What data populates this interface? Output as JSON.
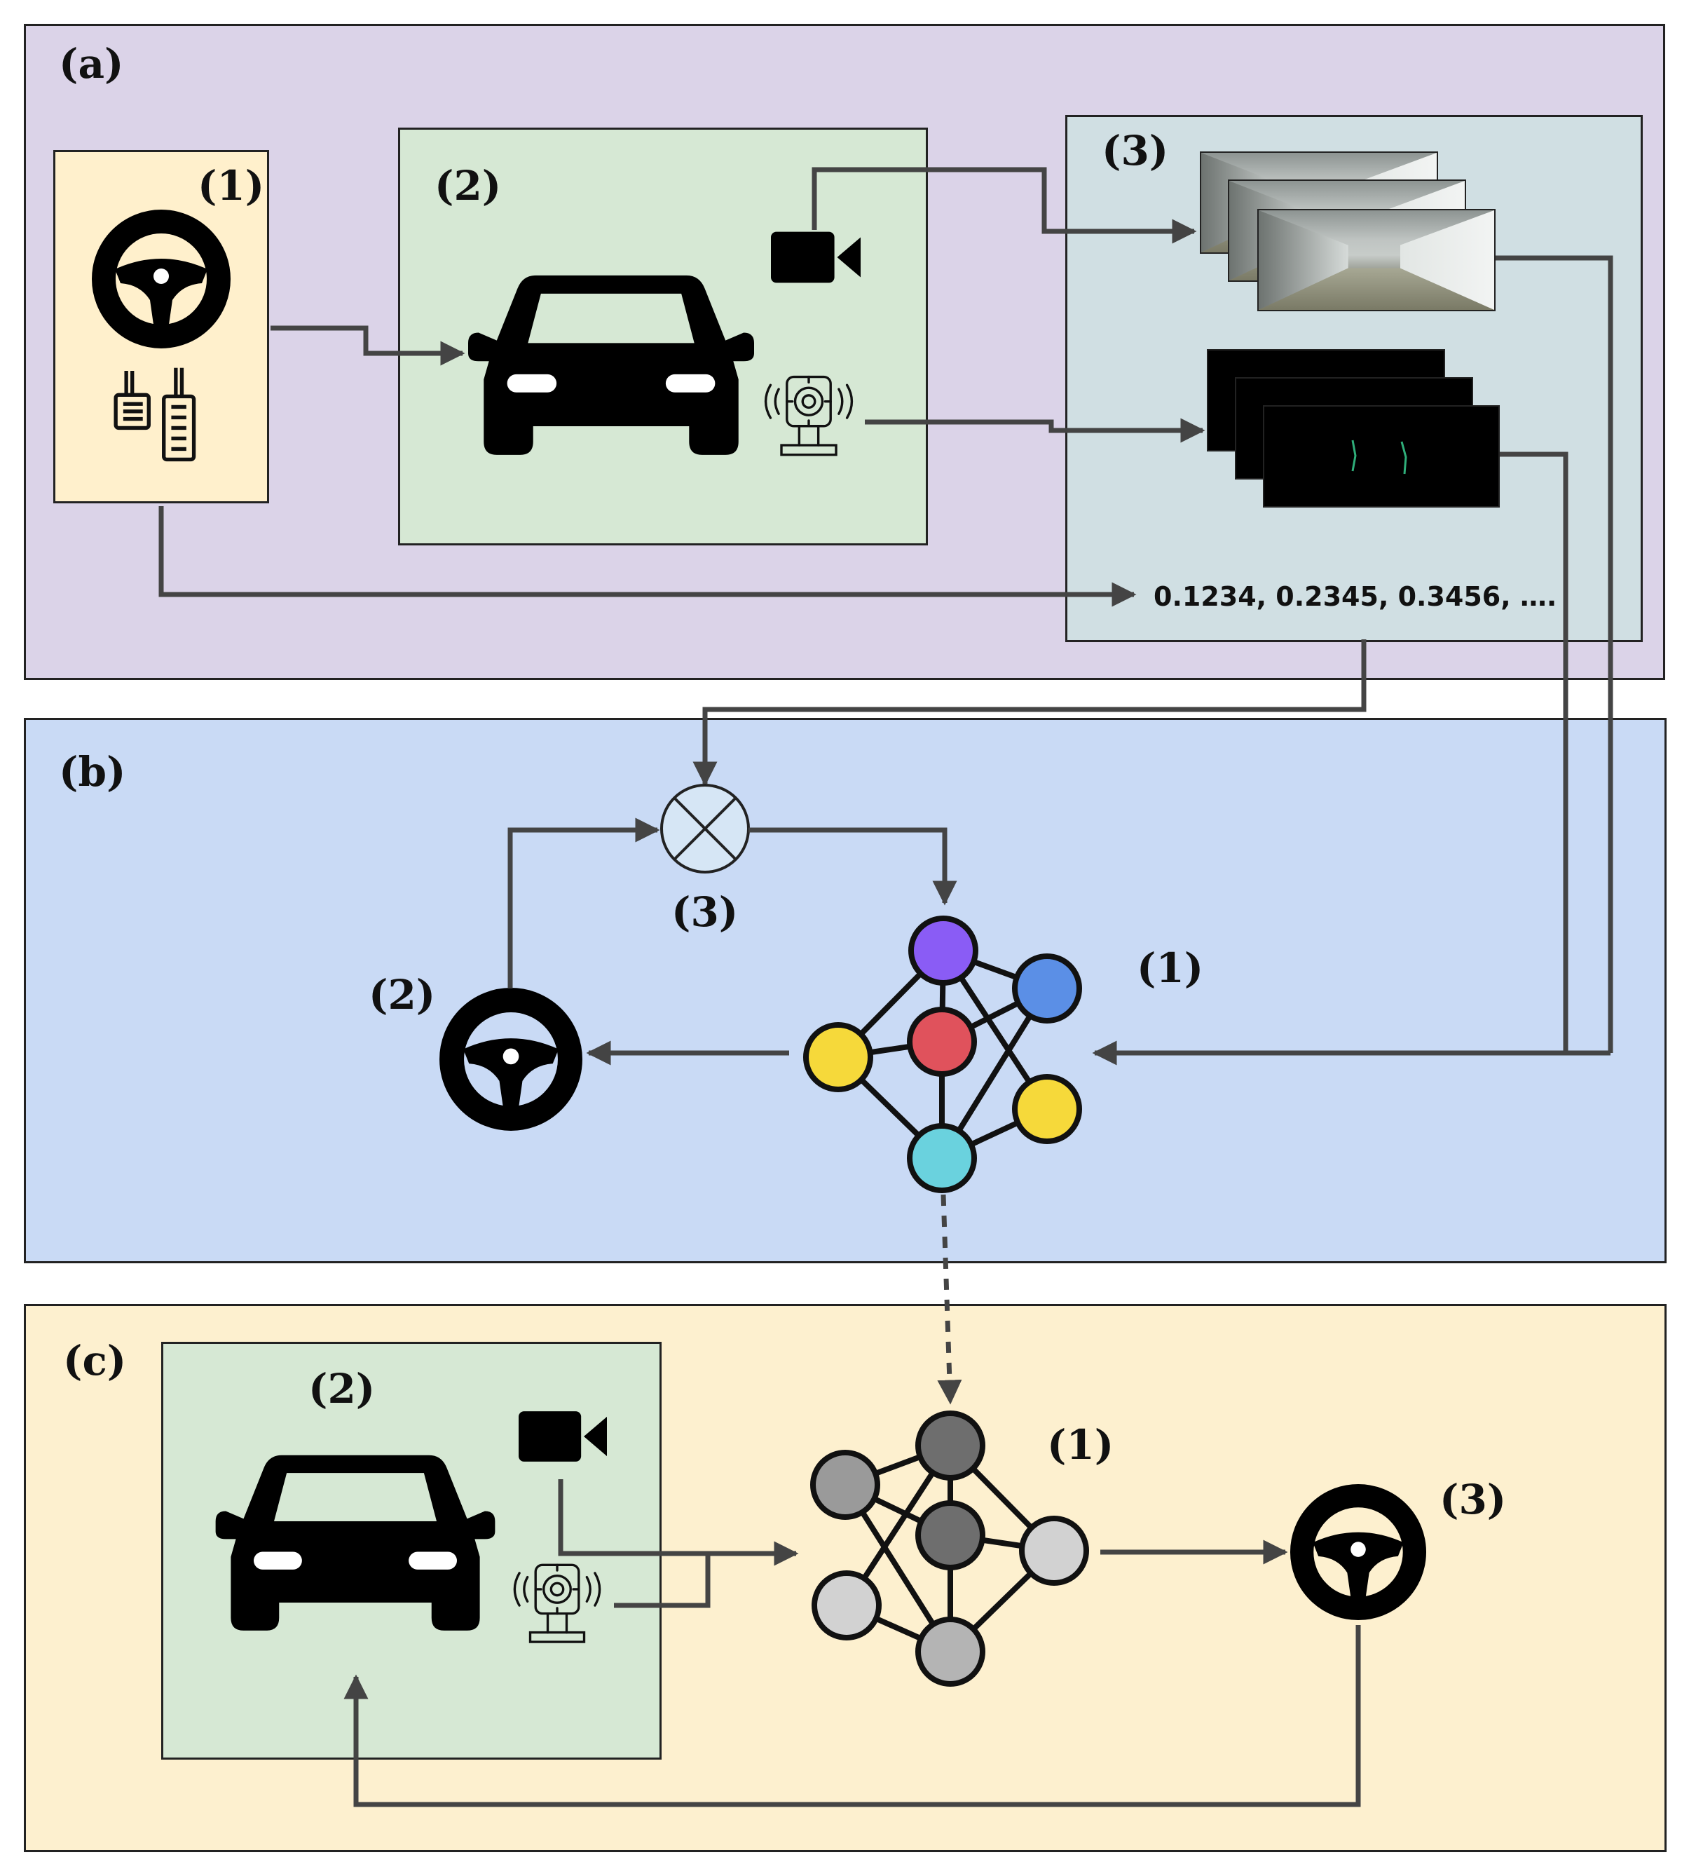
{
  "panels": {
    "a": {
      "label": "(a)",
      "controls_label": "(1)",
      "vehicle_label": "(2)",
      "dataset_label": "(3)",
      "steering_sequence": "0.1234, 0.2345, 0.3456,  …."
    },
    "b": {
      "label": "(b)",
      "network_label": "(1)",
      "steering_label": "(2)",
      "multiply_label": "(3)"
    },
    "c": {
      "label": "(c)",
      "network_label": "(1)",
      "vehicle_label": "(2)",
      "steering_label": "(3)"
    }
  },
  "icons": [
    "steering-wheel-icon",
    "pedals-icon",
    "car-icon",
    "video-camera-icon",
    "lidar-sensor-icon",
    "multiply-operator-icon",
    "neural-network-icon"
  ],
  "colors": {
    "panel_a_bg": "#dbd3e8",
    "panel_b_bg": "#c9daf5",
    "panel_c_bg": "#fdf0cf",
    "controls_box_bg": "#fff0cc",
    "vehicle_box_bg": "#d6e8d4",
    "dataset_box_bg": "#d0dfe3",
    "arrow": "#444444",
    "node_purple": "#8a5cf5",
    "node_blue": "#5b8fe6",
    "node_red": "#e0525c",
    "node_yellow": "#f6d93a",
    "node_cyan": "#6ad2de",
    "node_dark_gray": "#6e6e6e",
    "node_mid_gray": "#9a9a9a",
    "node_light_gray": "#d2d2d2"
  }
}
